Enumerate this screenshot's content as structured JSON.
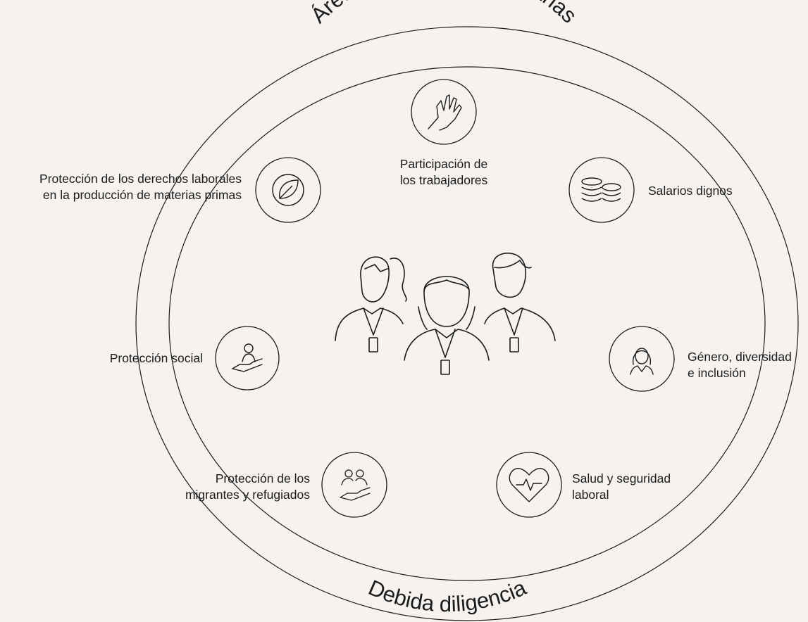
{
  "ring": {
    "top_text": "Áreas de impacto prioritarias",
    "bottom_text": "Debida diligencia"
  },
  "areas": {
    "participacion": {
      "line1": "Participación de",
      "line2": "los trabajadores",
      "icon": "hand-icon"
    },
    "salarios": {
      "line1": "Salarios dignos",
      "icon": "coins-icon"
    },
    "genero": {
      "line1": "Género, diversidad",
      "line2": "e inclusión",
      "icon": "woman-icon"
    },
    "salud": {
      "line1": "Salud y seguridad",
      "line2": "laboral",
      "icon": "heart-pulse-icon"
    },
    "migrantes": {
      "line1": "Protección de los",
      "line2": "migrantes y refugiados",
      "icon": "people-hand-icon"
    },
    "social": {
      "line1": "Protección social",
      "icon": "person-hand-icon"
    },
    "materias": {
      "line1": "Protección de los derechos laborales",
      "line2": "en la producción de materias primas",
      "icon": "leaf-icon"
    }
  },
  "center": {
    "icon": "workers-group-icon"
  },
  "colors": {
    "background": "#f5f2ef",
    "line": "#1c1c1c"
  }
}
